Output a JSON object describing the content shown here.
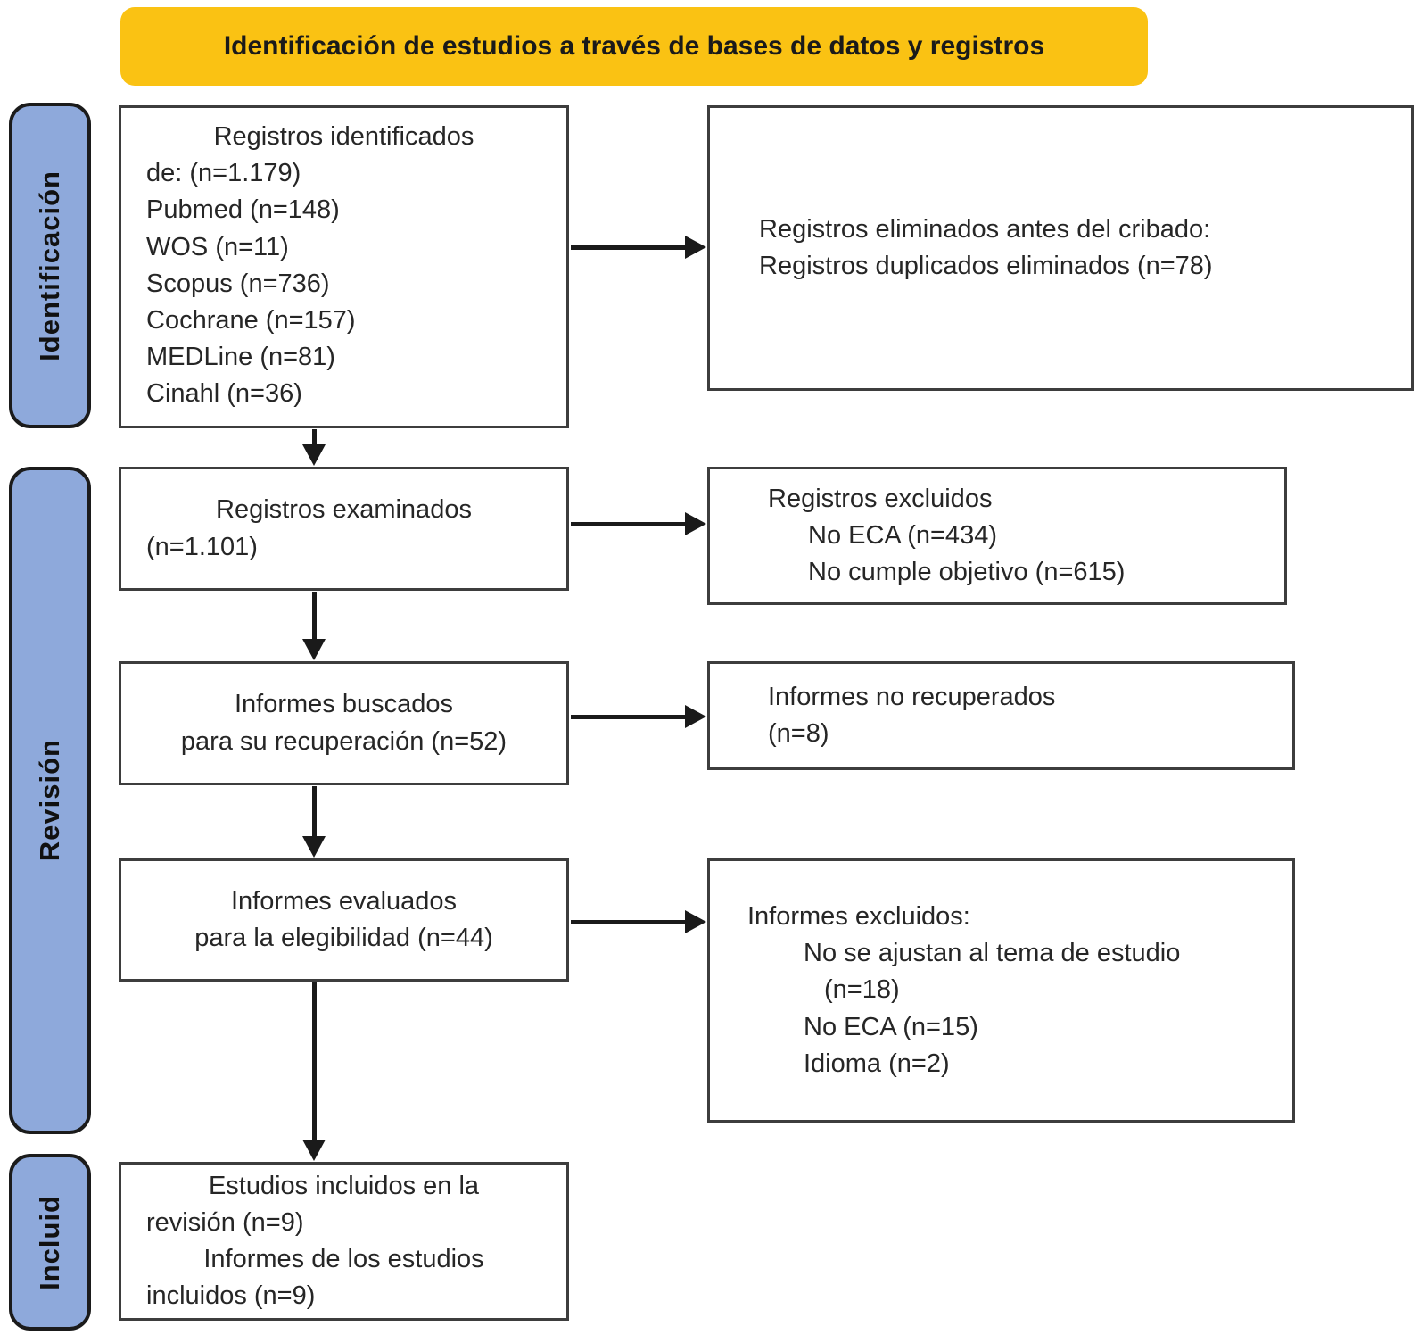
{
  "banner": {
    "title": "Identificación de estudios a través de bases de datos y registros"
  },
  "stages": [
    {
      "label": "Identificación"
    },
    {
      "label": "Revisión"
    },
    {
      "label": "Incluid"
    }
  ],
  "boxes": {
    "records_identified": {
      "lines": [
        "Registros identificados",
        "de: (n=1.179)",
        "Pubmed (n=148)",
        "WOS (n=11)",
        "Scopus (n=736)",
        "Cochrane (n=157)",
        "MEDLine (n=81)",
        "Cinahl (n=36)"
      ]
    },
    "records_removed": {
      "lines": [
        "Registros eliminados antes del cribado:",
        "Registros duplicados eliminados (n=78)"
      ]
    },
    "records_screened": {
      "lines": [
        "Registros examinados",
        "(n=1.101)"
      ]
    },
    "records_excluded": {
      "lines": [
        "Registros excluidos",
        "No ECA (n=434)",
        "No cumple objetivo (n=615)"
      ]
    },
    "reports_sought": {
      "lines": [
        "Informes buscados",
        "para su recuperación (n=52)"
      ]
    },
    "reports_not_retrieved": {
      "lines": [
        "Informes no recuperados",
        "(n=8)"
      ]
    },
    "reports_assessed": {
      "lines": [
        "Informes evaluados",
        "para la elegibilidad (n=44)"
      ]
    },
    "reports_excluded": {
      "lines": [
        "Informes excluidos:",
        "No se ajustan al tema de estudio",
        "(n=18)",
        "No ECA (n=15)",
        "Idioma (n=2)"
      ]
    },
    "studies_included": {
      "lines": [
        "Estudios incluidos en la",
        "revisión (n=9)",
        "Informes de los estudios",
        "incluidos (n=9)"
      ]
    }
  },
  "colors": {
    "banner_fill": "#FAC213",
    "stage_fill": "#8EA9DB",
    "box_border": "#3D3D3D",
    "stage_border": "#1B1B1B",
    "arrow": "#1A1A1A",
    "text": "#262626",
    "banner_text": "#1A1A1A"
  }
}
